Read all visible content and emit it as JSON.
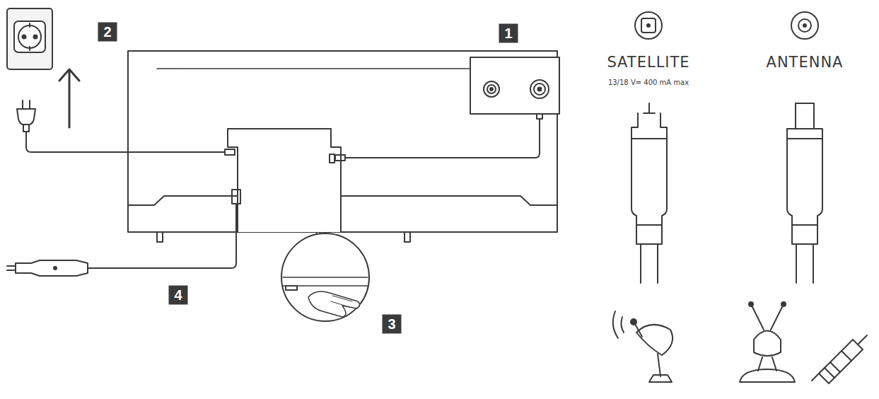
{
  "diagram": {
    "labels": [
      "2",
      "1",
      "SATELLITE",
      "13/18 V= 400 mA max",
      "ANTENNA",
      "4",
      "3"
    ]
  }
}
